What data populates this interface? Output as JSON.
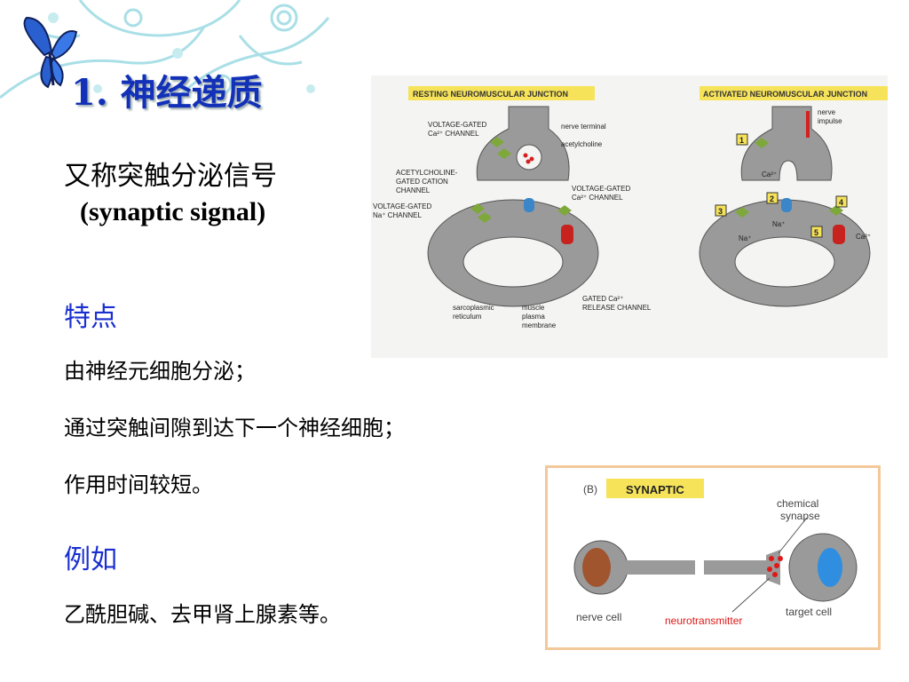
{
  "title": "1.  神经递质",
  "alias": "又称突触分泌信号",
  "alias_en": "(synaptic signal)",
  "features": {
    "heading": "特点",
    "items": [
      "由神经元细胞分泌；",
      "通过突触间隙到达下一个神经细胞；",
      "作用时间较短。"
    ]
  },
  "examples": {
    "heading": "例如",
    "text": "乙酰胆碱、去甲肾上腺素等。"
  },
  "figure_nmj": {
    "resting_title": "RESTING NEUROMUSCULAR JUNCTION",
    "activated_title": "ACTIVATED NEUROMUSCULAR JUNCTION",
    "labels": {
      "vg_ca_1": "VOLTAGE-GATED",
      "vg_ca_2": "Ca²⁺ CHANNEL",
      "nerve_terminal": "nerve terminal",
      "acetylcholine": "acetylcholine",
      "ach_1": "ACETYLCHOLINE-",
      "ach_2": "GATED CATION",
      "ach_3": "CHANNEL",
      "vg_ca2_1": "VOLTAGE-GATED",
      "vg_ca2_2": "Ca²⁺ CHANNEL",
      "vg_na_1": "VOLTAGE-GATED",
      "vg_na_2": "Na⁺ CHANNEL",
      "sr_1": "sarcoplasmic",
      "sr_2": "reticulum",
      "mpm_1": "muscle",
      "mpm_2": "plasma",
      "mpm_3": "membrane",
      "gr_1": "GATED Ca²⁺",
      "gr_2": "RELEASE CHANNEL",
      "impulse_1": "nerve",
      "impulse_2": "impulse",
      "ca": "Ca²⁺",
      "na": "Na⁺",
      "step1": "1",
      "step2": "2",
      "step3": "3",
      "step4": "4",
      "step5": "5"
    }
  },
  "figure_synaptic": {
    "panel": "(B)",
    "title": "SYNAPTIC",
    "chem_1": "chemical",
    "chem_2": "synapse",
    "nerve_cell": "nerve cell",
    "neurotransmitter": "neurotransmitter",
    "target_cell": "target cell"
  },
  "colors": {
    "title": "#1230b8",
    "heading": "#1a2fd0",
    "cell": "#9a9a9a",
    "neurotransmitter": "#e01818",
    "frame": "#f3c89a",
    "highlight": "#f6e35a"
  }
}
